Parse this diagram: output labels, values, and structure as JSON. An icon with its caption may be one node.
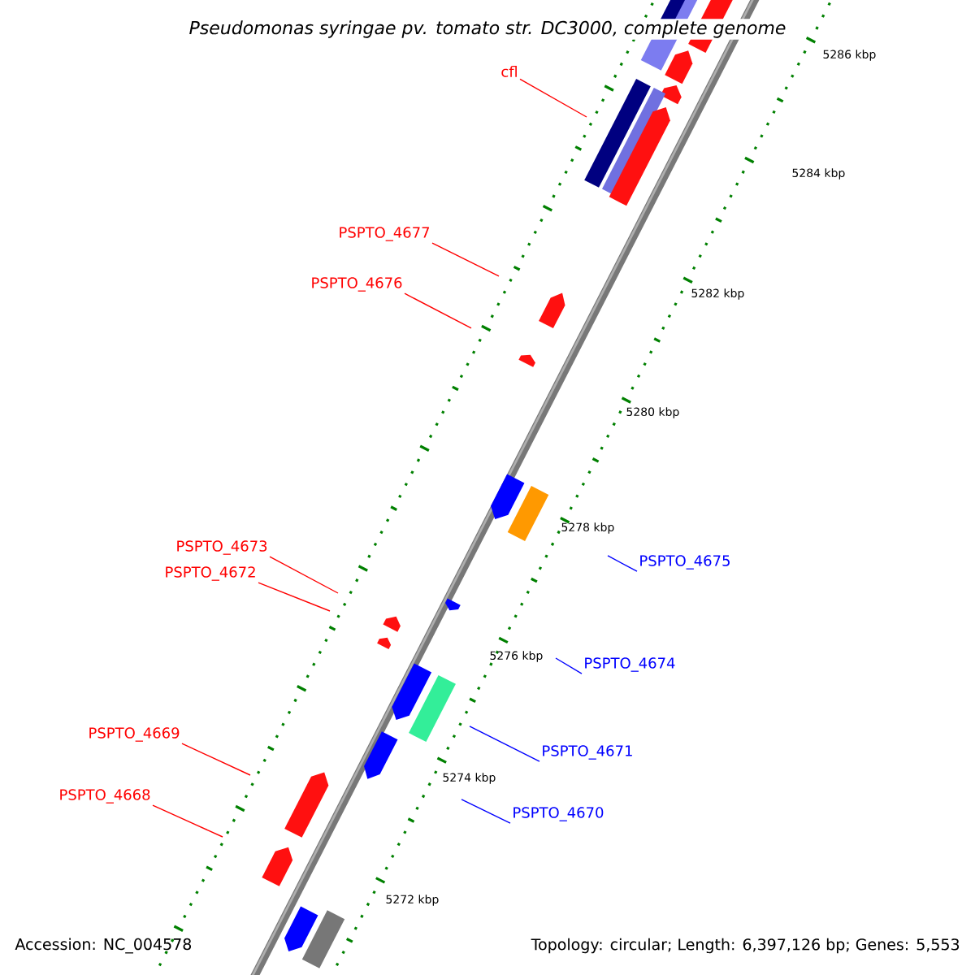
{
  "diagram": {
    "title": "Pseudomonas syringae pv. tomato str. DC3000, complete genome",
    "nodes": [
      {
        "text": [
          "cfl"
        ]
      },
      {
        "text": [
          "PSPTO_4677"
        ]
      },
      {
        "text": [
          "PSPTO_4676"
        ]
      },
      {
        "text": [
          "PSPTO_4673"
        ]
      },
      {
        "text": [
          "PSPTO_4672"
        ]
      },
      {
        "text": [
          "PSPTO_4669"
        ]
      },
      {
        "text": [
          "PSPTO_4668"
        ]
      },
      {
        "text": [
          "PSPTO_4675"
        ]
      },
      {
        "text": [
          "PSPTO_4674"
        ]
      },
      {
        "text": [
          "PSPTO_4671"
        ]
      },
      {
        "text": [
          "PSPTO_4670"
        ]
      }
    ],
    "edges": [
      {
        "from": 0,
        "to": null,
        "arrow": "none",
        "color": "#ff0000"
      },
      {
        "from": 1,
        "to": null,
        "arrow": "none",
        "color": "#ff0000"
      },
      {
        "from": 2,
        "to": null,
        "arrow": "none",
        "color": "#ff0000"
      },
      {
        "from": 3,
        "to": null,
        "arrow": "none",
        "color": "#ff0000"
      },
      {
        "from": 4,
        "to": null,
        "arrow": "none",
        "color": "#ff0000"
      },
      {
        "from": 5,
        "to": null,
        "arrow": "none",
        "color": "#ff0000"
      },
      {
        "from": 6,
        "to": null,
        "arrow": "none",
        "color": "#ff0000"
      },
      {
        "from": 7,
        "to": null,
        "arrow": "none",
        "color": "#0000ff"
      },
      {
        "from": 8,
        "to": null,
        "arrow": "none",
        "color": "#0000ff"
      },
      {
        "from": 9,
        "to": null,
        "arrow": "none",
        "color": "#0000ff"
      },
      {
        "from": 10,
        "to": null,
        "arrow": "none",
        "color": "#0000ff"
      }
    ],
    "labels": [
      "5286 kbp",
      "5284 kbp",
      "5282 kbp",
      "5280 kbp",
      "5278 kbp",
      "5276 kbp",
      "5274 kbp",
      "5272 kbp",
      "Accession: NC_004578",
      "Topology: circular; Length: 6,397,126 bp; Genes: 5,553"
    ]
  }
}
